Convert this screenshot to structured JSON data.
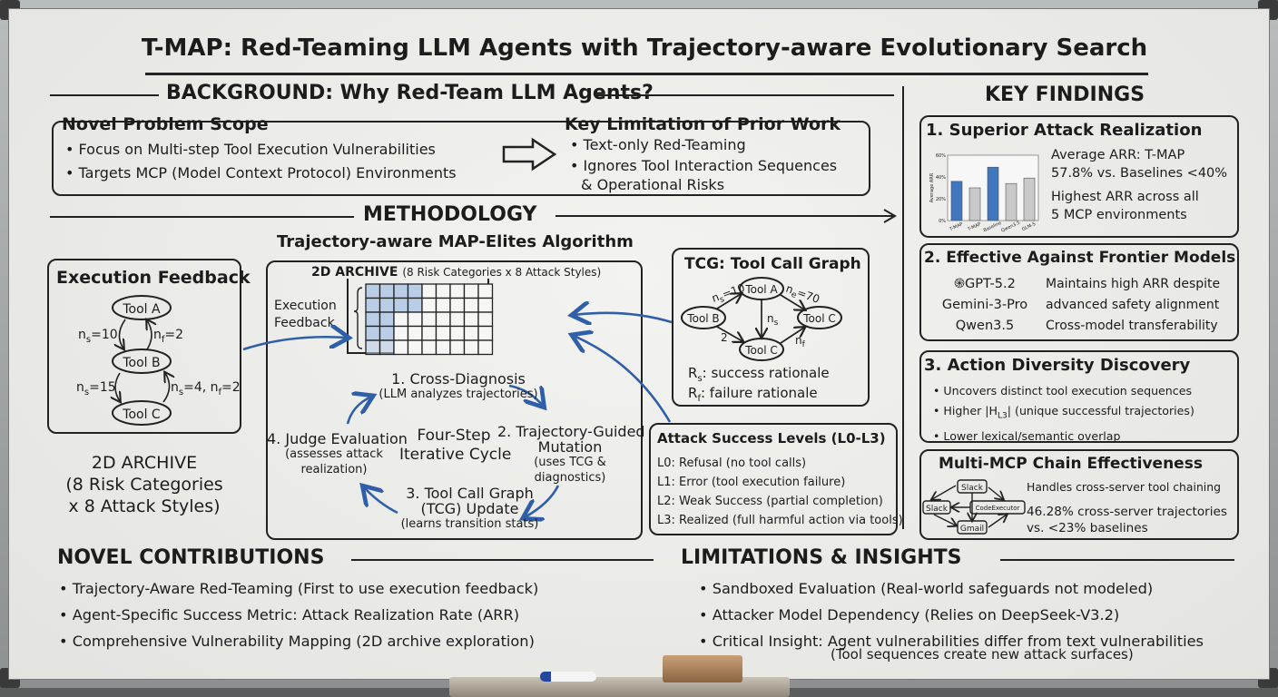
{
  "title": "T-MAP: Red-Teaming LLM Agents with Trajectory-aware Evolutionary Search",
  "background": {
    "heading": "BACKGROUND: Why Red-Team LLM Agents?",
    "scope_title": "Novel Problem Scope",
    "scope_items": [
      "• Focus on Multi-step Tool Execution Vulnerabilities",
      "• Targets MCP (Model Context Protocol) Environments"
    ],
    "limit_title": "Key Limitation of Prior Work",
    "limit_items": [
      "• Text-only Red-Teaming",
      "• Ignores Tool Interaction Sequences",
      "& Operational Risks"
    ]
  },
  "methodology": {
    "heading": "METHODOLOGY",
    "subtitle": "Trajectory-aware MAP-Elites Algorithm",
    "exec_feedback": {
      "title": "Execution Feedback",
      "nodes": [
        "Tool A",
        "Tool B",
        "Tool C"
      ],
      "edges": [
        {
          "n": "n",
          "sub": "s",
          "rest": "=10"
        },
        {
          "n": "n",
          "sub": "f",
          "rest": "=2"
        },
        {
          "n": "n",
          "sub": "s",
          "rest": "=15"
        },
        {
          "n": "n",
          "sub": "s",
          "rest": "=4, n",
          "sub2": "f",
          "rest2": "=2"
        }
      ]
    },
    "archive_label": [
      "2D ARCHIVE",
      "(8 Risk Categories",
      "x 8 Attack Styles)"
    ],
    "archive": {
      "title": "2D ARCHIVE",
      "title_note": "(8 Risk Categories x 8 Attack Styles)",
      "feedback_label": [
        "Execution",
        "Feedback"
      ],
      "filled": [
        [
          1,
          1,
          1,
          1,
          0,
          0,
          0,
          0,
          0
        ],
        [
          1,
          1,
          1,
          1,
          0,
          0,
          0,
          0,
          0
        ],
        [
          1,
          1,
          0,
          0,
          0,
          0,
          0,
          0,
          0
        ],
        [
          1,
          1,
          0,
          0,
          0,
          0,
          0,
          0,
          0
        ],
        [
          0.6,
          0.6,
          0,
          0,
          0,
          0,
          0,
          0,
          0
        ]
      ],
      "fill_color": "#b9cde6"
    },
    "cycle": {
      "center": [
        "Four-Step",
        "Iterative Cycle"
      ],
      "steps": [
        [
          "1. Cross-Diagnosis",
          "(LLM analyzes trajectories)"
        ],
        [
          "2. Trajectory-Guided",
          "Mutation",
          "(uses TCG &",
          "diagnostics)"
        ],
        [
          "3. Tool Call Graph",
          "(TCG) Update",
          "(learns transition stats)"
        ],
        [
          "4. Judge Evaluation",
          "(assesses attack",
          "realization)"
        ]
      ]
    },
    "tcg": {
      "title": "TCG: Tool Call Graph",
      "nodes": [
        "Tool A",
        "Tool B",
        "Tool C",
        "Tool C"
      ],
      "edges": [
        {
          "n": "n",
          "sub": "s",
          "rest": "=10"
        },
        {
          "n": "n",
          "sub": "e",
          "rest": "=70"
        },
        {
          "n": "n",
          "sub": "s",
          "rest": ""
        },
        {
          "n": "",
          "sub": "",
          "rest": "2"
        },
        {
          "n": "n",
          "sub": "f",
          "rest": ""
        }
      ],
      "legend": [
        {
          "r": "R",
          "sub": "s",
          "text": ": success rationale"
        },
        {
          "r": "R",
          "sub": "f",
          "text": ": failure rationale"
        }
      ]
    },
    "levels": {
      "title": "Attack Success Levels (L0-L3)",
      "items": [
        "L0: Refusal (no tool calls)",
        "L1: Error (tool execution failure)",
        "L2: Weak Success (partial completion)",
        "L3: Realized (full harmful action via tools)"
      ]
    }
  },
  "findings": {
    "heading": "KEY FINDINGS",
    "f1": {
      "title": "1. Superior Attack Realization",
      "lines": [
        "Average ARR: T-MAP",
        "57.8% vs. Baselines <40%",
        "Highest ARR across all",
        "5 MCP environments"
      ]
    },
    "f2": {
      "title": "2. Effective Against Frontier Models",
      "models": [
        "GPT-5.2",
        "Gemini-3-Pro",
        "Qwen3.5"
      ],
      "notes": [
        "Maintains high ARR despite",
        "advanced safety alignment",
        "Cross-model transferability"
      ]
    },
    "f3": {
      "title": "3. Action Diversity Discovery",
      "items": [
        "• Uncovers distinct tool execution sequences",
        "• Higher |H",
        "L3",
        "| (unique successful trajectories)",
        "• Lower lexical/semantic overlap"
      ]
    },
    "f4": {
      "title": "Multi-MCP Chain Effectiveness",
      "nodes": [
        "Slack",
        "Slack",
        "CodeExecutor",
        "Gmail"
      ],
      "lines": [
        "Handles cross-server tool chaining",
        "46.28% cross-server trajectories",
        "vs. <23% baselines"
      ]
    }
  },
  "chart_data": {
    "type": "bar",
    "title": "",
    "ylabel": "Average ARR",
    "categories": [
      "T-MAP",
      "T-MAP",
      "Baseline",
      "Qwen3.5",
      "GLM-5"
    ],
    "values": [
      36,
      30,
      49,
      34,
      39
    ],
    "highlight": [
      true,
      false,
      true,
      false,
      false
    ],
    "ylim": [
      0,
      60
    ],
    "yticks": [
      "0%",
      "20%",
      "40%",
      "60%"
    ],
    "colors": {
      "highlight": "#3f76bd",
      "other": "#c9c9c9"
    }
  },
  "contributions": {
    "heading": "NOVEL CONTRIBUTIONS",
    "items": [
      "• Trajectory-Aware Red-Teaming (First to use execution feedback)",
      "• Agent-Specific Success Metric: Attack Realization Rate (ARR)",
      "• Comprehensive Vulnerability Mapping (2D archive exploration)"
    ]
  },
  "limitations": {
    "heading": "LIMITATIONS & INSIGHTS",
    "items": [
      "• Sandboxed Evaluation (Real-world safeguards not modeled)",
      "• Attacker Model Dependency (Relies on DeepSeek-V3.2)",
      "• Critical Insight: Agent vulnerabilities differ from text vulnerabilities",
      "(Tool sequences create new attack surfaces)"
    ]
  },
  "colors": {
    "arrow": "#2e5fa8",
    "ink": "#1c1c1c"
  }
}
